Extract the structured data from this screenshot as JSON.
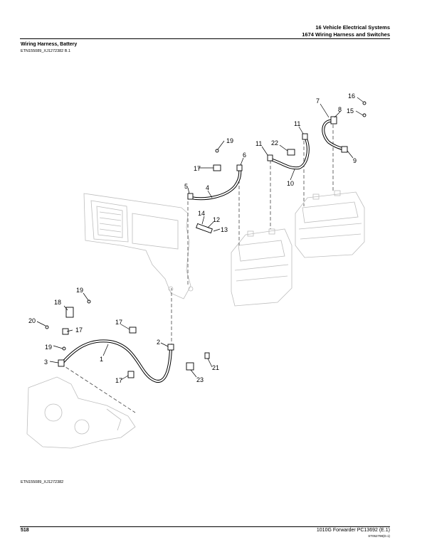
{
  "header": {
    "line1": "16 Vehicle Electrical Systems",
    "line2": "1674 Wiring Harness and Switches"
  },
  "section": {
    "title": "Wiring Harness, Battery",
    "ref": "ETN155089_XJ1272382 B.1"
  },
  "figure": {
    "ref": "ETN155089_XJ1272382",
    "callouts": [
      "1",
      "2",
      "3",
      "4",
      "5",
      "6",
      "7",
      "8",
      "9",
      "10",
      "11",
      "11",
      "12",
      "13",
      "14",
      "15",
      "16",
      "17",
      "17",
      "17",
      "17",
      "18",
      "19",
      "19",
      "19",
      "20",
      "21",
      "22",
      "23"
    ]
  },
  "footer": {
    "page": "518",
    "doc": "1010G Forwarder   PC13692   (E.1)",
    "code": "ST052798(D.1)"
  }
}
